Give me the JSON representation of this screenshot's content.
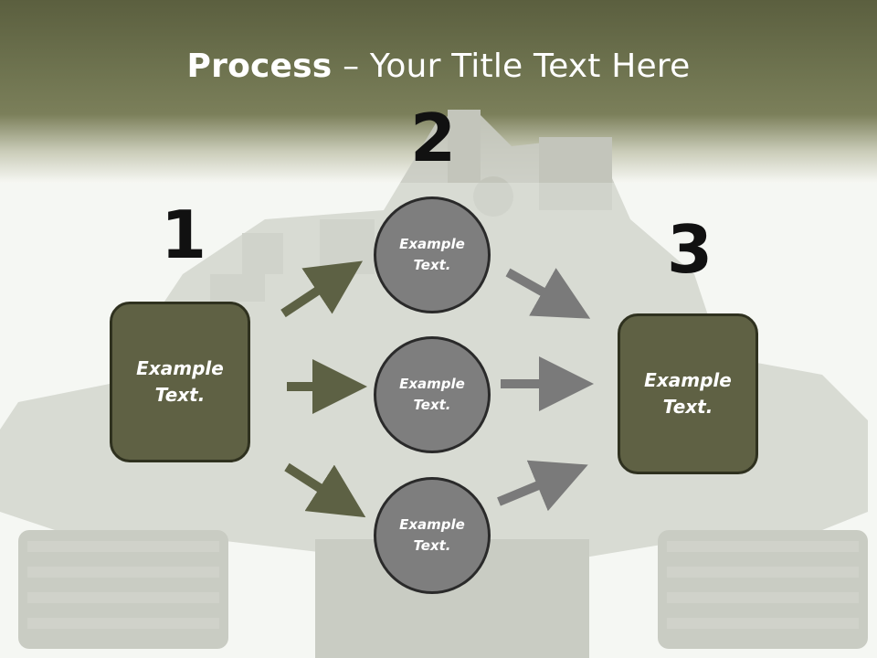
{
  "title": {
    "bold": "Process",
    "separator": " – ",
    "rest": "Your Title Text Here"
  },
  "steps": {
    "one": "1",
    "two": "2",
    "three": "3"
  },
  "left_box": {
    "line1": "Example",
    "line2": "Text."
  },
  "right_box": {
    "line1": "Example",
    "line2": "Text."
  },
  "circles": [
    {
      "line1": "Example",
      "line2": "Text."
    },
    {
      "line1": "Example",
      "line2": "Text."
    },
    {
      "line1": "Example",
      "line2": "Text."
    }
  ],
  "colors": {
    "header": "#6f7450",
    "box_fill": "#5f6144",
    "circle_fill": "#7e7e7e",
    "arrow_left": "#5d6144",
    "arrow_right": "#7a7a7a"
  }
}
